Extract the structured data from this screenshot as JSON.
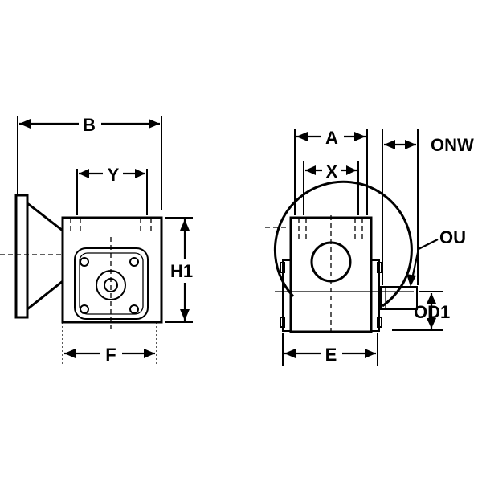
{
  "diagram": {
    "left_view": {
      "labels": {
        "B": "B",
        "Y": "Y",
        "H1": "H1",
        "F": "F"
      }
    },
    "right_view": {
      "labels": {
        "A": "A",
        "X": "X",
        "ONW": "ONW",
        "OU": "OU",
        "OD1": "OD1",
        "E": "E"
      }
    },
    "colors": {
      "ink": "#000000",
      "background": "#ffffff"
    }
  }
}
